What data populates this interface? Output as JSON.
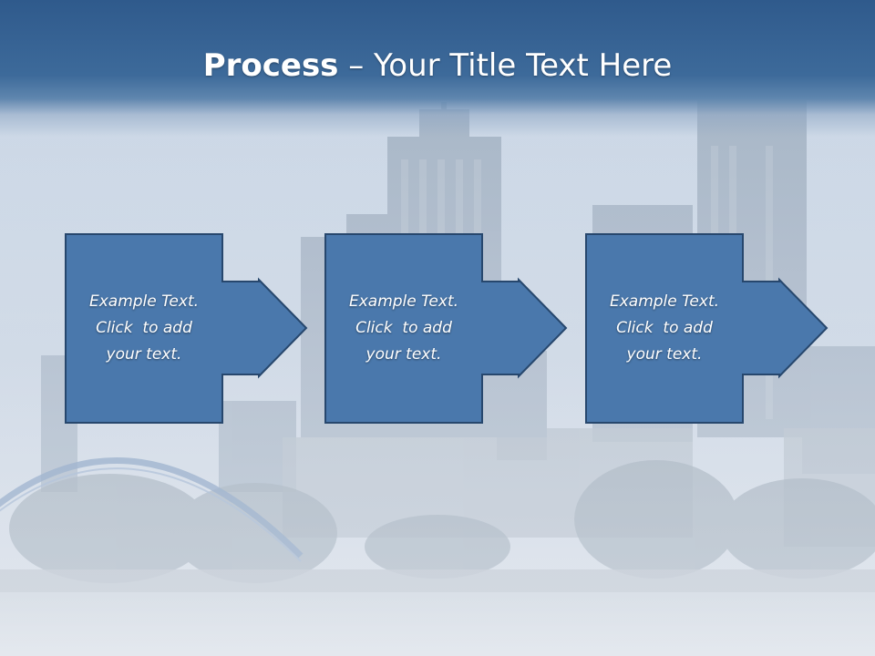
{
  "title": {
    "bold": "Process",
    "rest": " – Your Title Text Here"
  },
  "steps": [
    {
      "line1": "Example Text.",
      "line2": "Click  to add",
      "line3": "your text."
    },
    {
      "line1": "Example Text.",
      "line2": "Click  to add",
      "line3": "your text."
    },
    {
      "line1": "Example Text.",
      "line2": "Click  to add",
      "line3": "your text."
    }
  ],
  "colors": {
    "box_fill": "#4a78ac",
    "box_stroke": "#27476d",
    "title_bar": "#2f5a8c",
    "sky": "#c5d3e3"
  }
}
